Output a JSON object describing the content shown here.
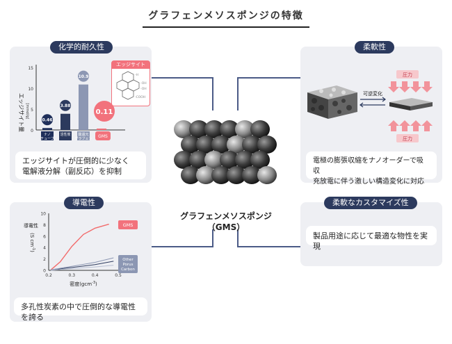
{
  "page": {
    "title": "グラフェンメソスポンジの特徴"
  },
  "center": {
    "line1": "グラフェンメソスポンジ",
    "line2": "（GMS）"
  },
  "panels": {
    "chemical": {
      "label": "化学的耐久性",
      "desc_line1": "エッジサイトが圧倒的に少なく",
      "desc_line2": "電解液分解（副反応）を抑制",
      "edge_box_title": "エッジサイト",
      "chart": {
        "ylabel": "エッジサイト量",
        "yunit": "[mmol/g]",
        "yticks": [
          "0",
          "5",
          "10",
          "15"
        ],
        "bars": [
          {
            "label1": "ナノ",
            "label2": "チューブ",
            "value_label": "0.46",
            "value": 0.46,
            "color": "#1f2f5a"
          },
          {
            "label1": "活性炭",
            "label2": "",
            "value_label": "3.88",
            "value": 3.88,
            "color": "#2c3a5e"
          },
          {
            "label1": "酸還元",
            "label2": "グラフェン",
            "value_label": "10.9",
            "value": 10.9,
            "color": "#8c97b3"
          },
          {
            "label1": "GMS",
            "label2": "",
            "value_label": "0.11",
            "value": 0.11,
            "color": "#f2727c"
          }
        ]
      }
    },
    "flexibility": {
      "label": "柔軟性",
      "desc_line1": "電極の膨張収縮をナノオーダーで吸収",
      "desc_line2": "充放電に伴う激しい構造変化に対応",
      "pressure_label": "圧力",
      "reversible_label": "可逆変化"
    },
    "conductivity": {
      "label": "導電性",
      "desc": "多孔性炭素の中で圧倒的な導電性を誇る",
      "chart": {
        "type": "line",
        "ylabel1": "導電性",
        "ylabel2": "(S cm",
        "ylabel3": "-1",
        "ylabel4": ")",
        "xlabel": "密度(gcm",
        "xlabel_sup": "-3",
        "xlabel_end": ")",
        "xlim": [
          0.2,
          0.5
        ],
        "ylim": [
          0,
          10
        ],
        "yticks": [
          "0",
          "2",
          "4",
          "6",
          "8",
          "10"
        ],
        "xticks": [
          "0.2",
          "0.3",
          "0.4",
          "0.5"
        ],
        "gms_label": "GMS",
        "other_label1": "Other",
        "other_label2": "Porus",
        "other_label3": "Carbon",
        "series": [
          {
            "name": "GMS",
            "color": "#f26b6b",
            "x": [
              0.21,
              0.25,
              0.3,
              0.35,
              0.4,
              0.46
            ],
            "y": [
              0.1,
              1.5,
              4.2,
              6.3,
              7.4,
              8.1
            ]
          },
          {
            "color": "#2c3a5e",
            "x": [
              0.21,
              0.3,
              0.4,
              0.48
            ],
            "y": [
              0.1,
              0.5,
              1.0,
              1.6
            ]
          },
          {
            "color": "#8c97b3",
            "x": [
              0.21,
              0.3,
              0.4,
              0.48
            ],
            "y": [
              0.1,
              0.7,
              1.4,
              2.2
            ]
          },
          {
            "color": "#b7bfd3",
            "x": [
              0.21,
              0.3,
              0.4,
              0.48
            ],
            "y": [
              0.0,
              0.3,
              0.6,
              0.9
            ]
          }
        ]
      }
    },
    "customize": {
      "label": "柔軟なカスタマイズ性",
      "desc": "製品用途に応じて最適な物性を実現"
    }
  }
}
